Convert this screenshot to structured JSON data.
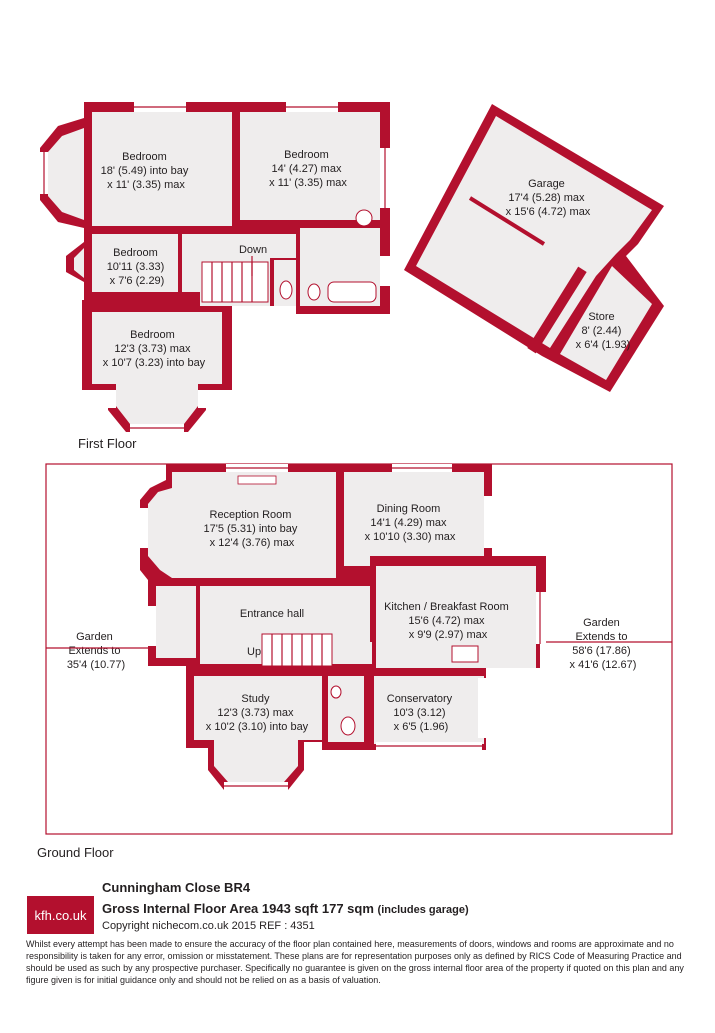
{
  "first_floor": {
    "label": "First Floor",
    "rooms": [
      {
        "id": "bed1",
        "name": "Bedroom",
        "dim1": "18' (5.49) into bay",
        "dim2": "x 11' (3.35) max"
      },
      {
        "id": "bed2",
        "name": "Bedroom",
        "dim1": "14' (4.27) max",
        "dim2": "x 11' (3.35) max"
      },
      {
        "id": "bed3",
        "name": "Bedroom",
        "dim1": "10'11 (3.33)",
        "dim2": "x 7'6 (2.29)"
      },
      {
        "id": "bed4",
        "name": "Bedroom",
        "dim1": "12'3 (3.73) max",
        "dim2": "x 10'7 (3.23) into bay"
      },
      {
        "id": "garage",
        "name": "Garage",
        "dim1": "17'4 (5.28) max",
        "dim2": "x 15'6 (4.72) max"
      },
      {
        "id": "store",
        "name": "Store",
        "dim1": "8' (2.44)",
        "dim2": "x 6'4 (1.93)"
      }
    ],
    "stair_label": "Down"
  },
  "ground_floor": {
    "label": "Ground Floor",
    "rooms": [
      {
        "id": "reception",
        "name": "Reception Room",
        "dim1": "17'5 (5.31) into bay",
        "dim2": "x 12'4 (3.76) max"
      },
      {
        "id": "dining",
        "name": "Dining Room",
        "dim1": "14'1 (4.29) max",
        "dim2": "x 10'10 (3.30) max"
      },
      {
        "id": "hall",
        "name": "Entrance hall",
        "dim1": "",
        "dim2": ""
      },
      {
        "id": "kitchen",
        "name": "Kitchen / Breakfast Room",
        "dim1": "15'6 (4.72) max",
        "dim2": "x 9'9 (2.97) max"
      },
      {
        "id": "study",
        "name": "Study",
        "dim1": "12'3 (3.73) max",
        "dim2": "x 10'2 (3.10) into bay"
      },
      {
        "id": "conservatory",
        "name": "Conservatory",
        "dim1": "10'3 (3.12)",
        "dim2": "x 6'5 (1.96)"
      }
    ],
    "stair_label": "Up",
    "garden_left": {
      "name": "Garden",
      "line2": "Extends to",
      "line3": "35'4 (10.77)"
    },
    "garden_right": {
      "name": "Garden",
      "line2": "Extends to",
      "line3": "58'6 (17.86)",
      "line4": "x 41'6 (12.67)"
    }
  },
  "footer": {
    "logo": "kfh.co.uk",
    "address": "Cunningham Close BR4",
    "area_main": "Gross Internal Floor Area 1943 sqft 177 sqm",
    "area_note": "(includes garage)",
    "copyright": "Copyright nichecom.co.uk 2015 REF : 4351",
    "disclaimer": "Whilst every attempt has been made to ensure the accuracy of the floor plan contained here, measurements of doors, windows and rooms are approximate and no responsibility is taken for any error, omission or misstatement.  These plans are for representation purposes only as defined by RICS Code of Measuring Practice and should be used as such by any prospective purchaser.  Specifically no guarantee is given on the gross internal floor area of the property if quoted on this plan and any figure given is for initial guidance only and should not be relied on as a basis of valuation."
  },
  "colors": {
    "wall": "#b3102e",
    "floor": "#efeded",
    "text": "#231f20"
  }
}
